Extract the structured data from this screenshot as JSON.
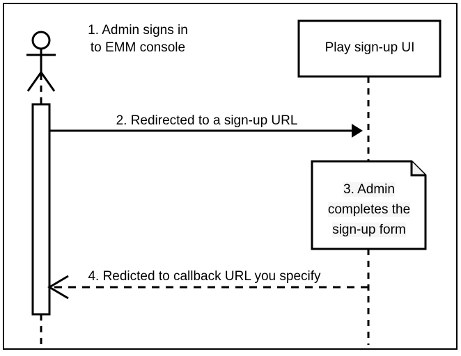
{
  "diagram": {
    "title": "Play EMM sign-up sequence diagram",
    "type": "uml-sequence-diagram",
    "background_color": "#ffffff",
    "stroke_color": "#000000",
    "note_fill_color": "#ffffff",
    "note_text_highlight_color": "#f6f6f6",
    "actor": {
      "icon_name": "stick-figure-actor-icon",
      "caption_line_1": "1. Admin signs in",
      "caption_line_2": "to EMM console"
    },
    "participant": {
      "label": "Play sign-up UI"
    },
    "messages": [
      {
        "number": "2",
        "label": "2. Redirected to a sign-up URL",
        "style": "solid",
        "arrowhead": "filled",
        "direction": "left-to-right"
      },
      {
        "number": "4",
        "label": "4. Redicted to callback URL you specify",
        "style": "dashed",
        "arrowhead": "open",
        "direction": "right-to-left"
      }
    ],
    "note": {
      "line_1": "3. Admin",
      "line_2": "completes the",
      "line_3": "sign-up form",
      "shape": "folded-corner-note"
    }
  }
}
